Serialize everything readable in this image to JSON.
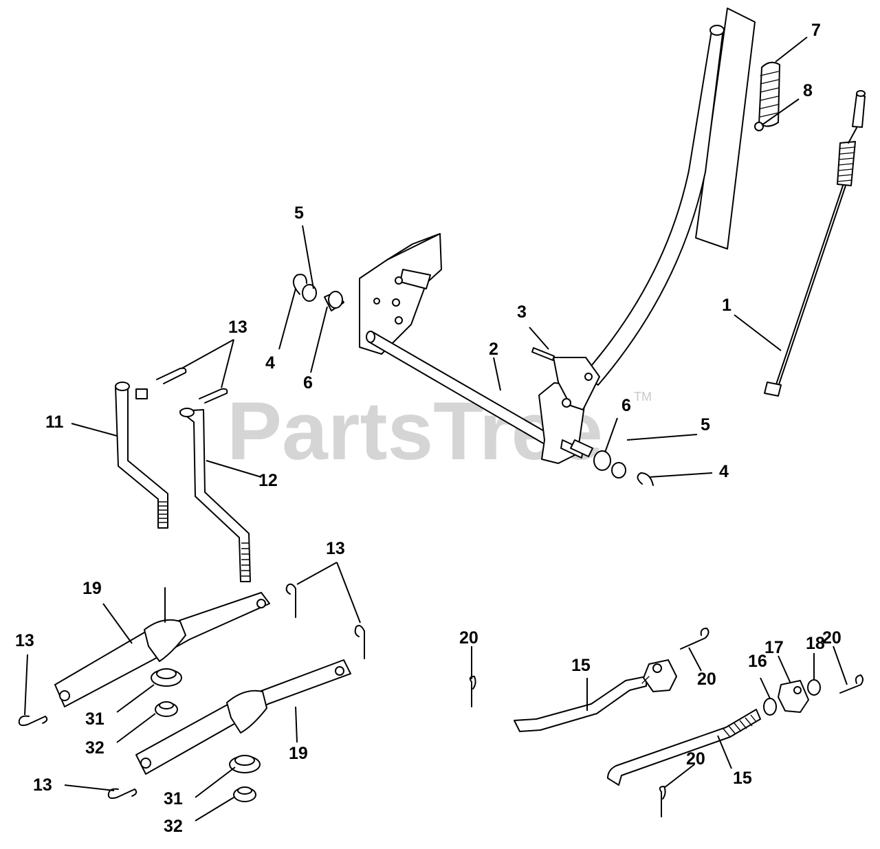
{
  "watermark": {
    "text": "PartsTree",
    "mark": "TM",
    "color": "#c8c8c8"
  },
  "callouts": [
    {
      "id": "c1",
      "label": "1"
    },
    {
      "id": "c2",
      "label": "2"
    },
    {
      "id": "c3",
      "label": "3"
    },
    {
      "id": "c4a",
      "label": "4"
    },
    {
      "id": "c4b",
      "label": "4"
    },
    {
      "id": "c5a",
      "label": "5"
    },
    {
      "id": "c5b",
      "label": "5"
    },
    {
      "id": "c6a",
      "label": "6"
    },
    {
      "id": "c6b",
      "label": "6"
    },
    {
      "id": "c7",
      "label": "7"
    },
    {
      "id": "c8",
      "label": "8"
    },
    {
      "id": "c11",
      "label": "11"
    },
    {
      "id": "c12",
      "label": "12"
    },
    {
      "id": "c13a",
      "label": "13"
    },
    {
      "id": "c13b",
      "label": "13"
    },
    {
      "id": "c13c",
      "label": "13"
    },
    {
      "id": "c13d",
      "label": "13"
    },
    {
      "id": "c15a",
      "label": "15"
    },
    {
      "id": "c15b",
      "label": "15"
    },
    {
      "id": "c16",
      "label": "16"
    },
    {
      "id": "c17",
      "label": "17"
    },
    {
      "id": "c18",
      "label": "18"
    },
    {
      "id": "c19a",
      "label": "19"
    },
    {
      "id": "c19b",
      "label": "19"
    },
    {
      "id": "c20a",
      "label": "20"
    },
    {
      "id": "c20b",
      "label": "20"
    },
    {
      "id": "c20c",
      "label": "20"
    },
    {
      "id": "c20d",
      "label": "20"
    },
    {
      "id": "c31a",
      "label": "31"
    },
    {
      "id": "c31b",
      "label": "31"
    },
    {
      "id": "c32a",
      "label": "32"
    },
    {
      "id": "c32b",
      "label": "32"
    }
  ]
}
